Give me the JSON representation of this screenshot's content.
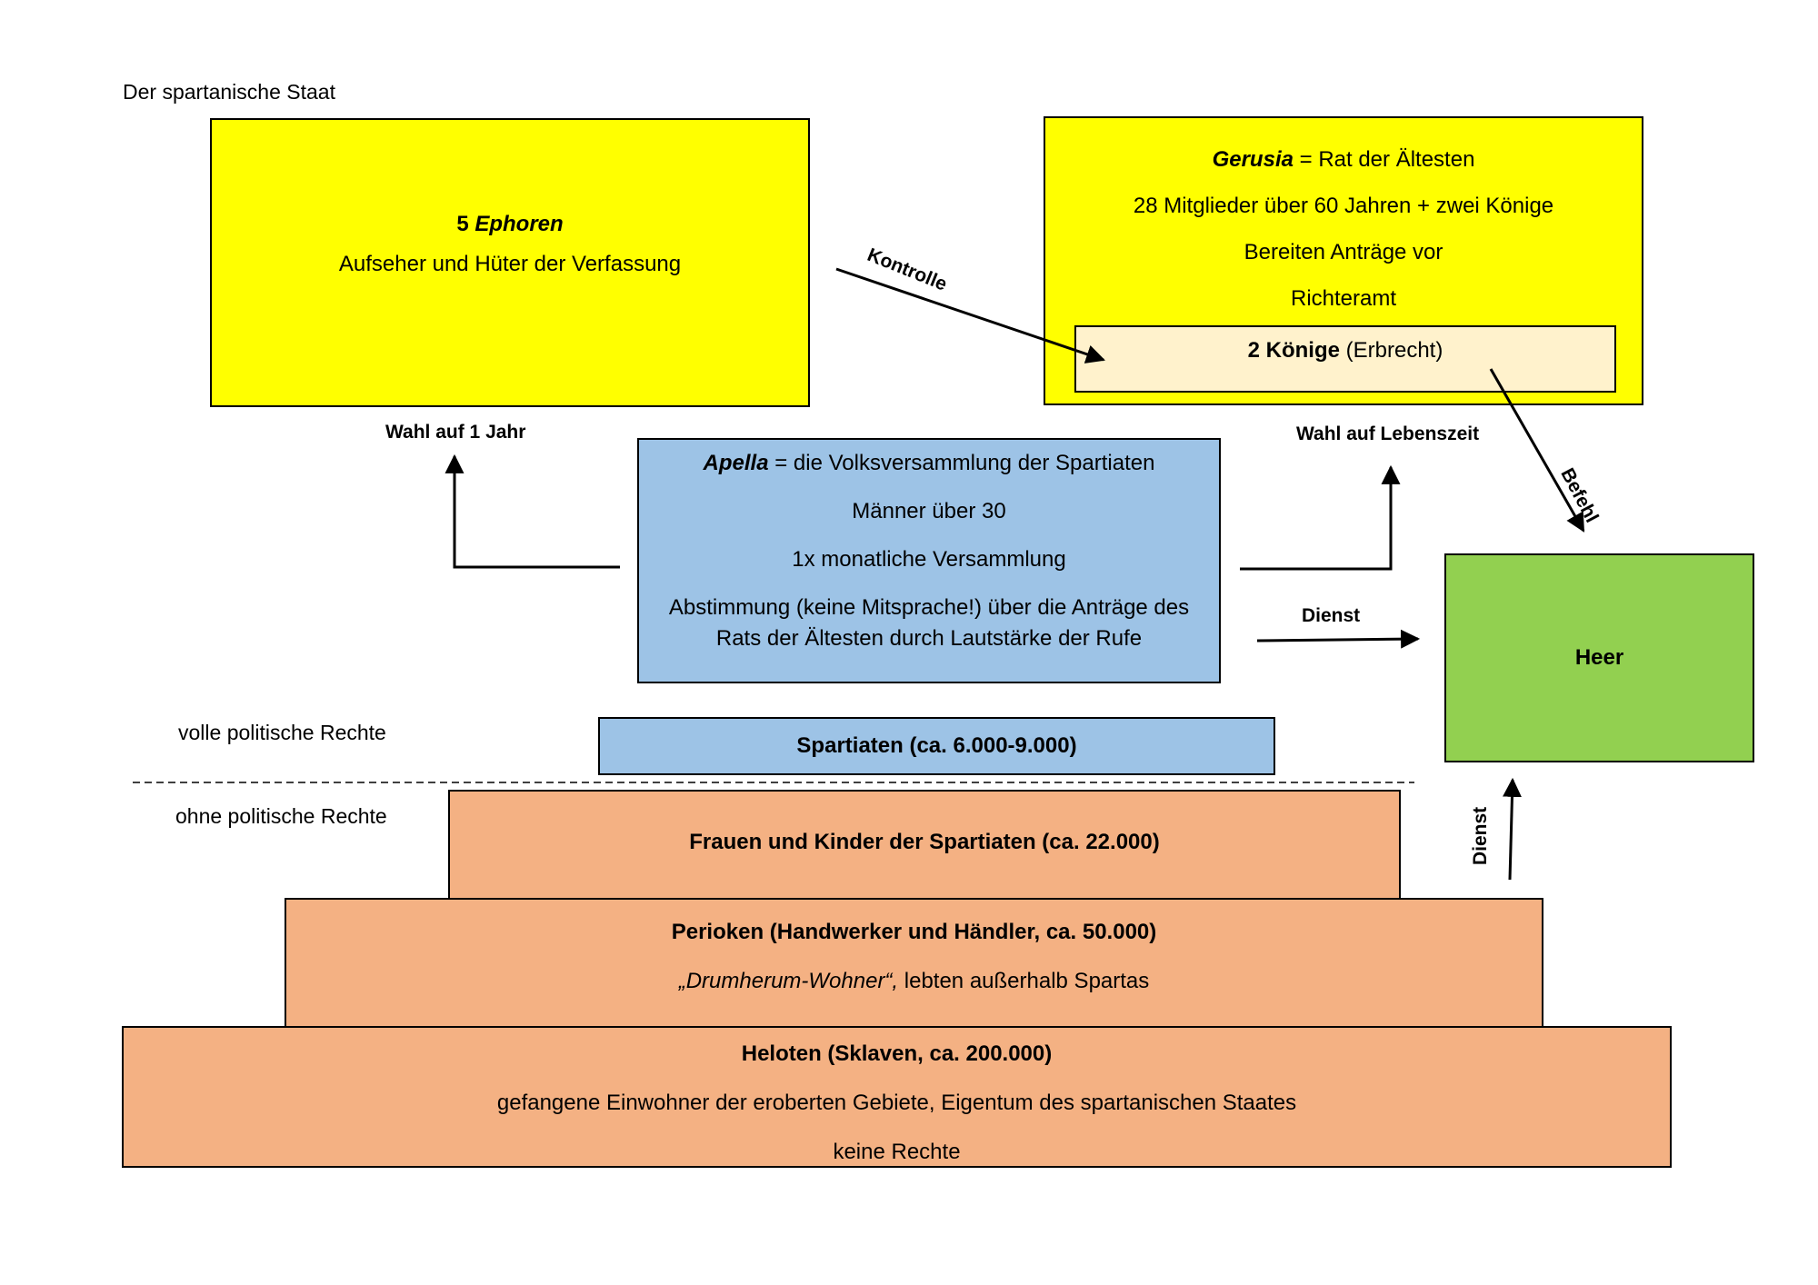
{
  "page_title": "Der spartanische Staat",
  "colors": {
    "yellow": "#ffff00",
    "cream": "#fff2cc",
    "blue": "#9dc3e6",
    "green": "#92d050",
    "orange": "#f4b183"
  },
  "ephoren": {
    "count": "5",
    "name": "Ephoren",
    "desc": "Aufseher und Hüter der Verfassung"
  },
  "gerusia": {
    "name": "Gerusia",
    "name_suffix": " = Rat der Ältesten",
    "line2": "28 Mitglieder über 60 Jahren + zwei Könige",
    "line3": "Bereiten Anträge vor",
    "line4": "Richteramt"
  },
  "koenige": {
    "name": "2 Könige",
    "suffix": " (Erbrecht)"
  },
  "apella": {
    "name": "Apella",
    "name_suffix": " = die Volksversammlung der Spartiaten",
    "line2": "Männer über 30",
    "line3": "1x monatliche Versammlung",
    "line4a": "Abstimmung (keine Mitsprache!) über die Anträge des",
    "line4b": "Rats der Ältesten durch Lautstärke der Rufe"
  },
  "heer": {
    "label": "Heer"
  },
  "spartiaten": {
    "label": "Spartiaten (ca. 6.000-9.000)"
  },
  "frauen": {
    "label": "Frauen und Kinder der Spartiaten (ca. 22.000)"
  },
  "perioeken": {
    "label": "Perioken (Handwerker und Händler, ca. 50.000)",
    "desc_italic": "„Drumherum-Wohner“,",
    "desc_rest": " lebten außerhalb Spartas"
  },
  "heloten": {
    "label": "Heloten (Sklaven, ca. 200.000)",
    "line2": "gefangene Einwohner der eroberten Gebiete, Eigentum des spartanischen Staates",
    "line3": "keine Rechte"
  },
  "labels": {
    "wahl_1_jahr": "Wahl auf 1 Jahr",
    "wahl_lebenszeit": "Wahl auf Lebenszeit",
    "kontrolle": "Kontrolle",
    "befehl": "Befehl",
    "dienst_h": "Dienst",
    "dienst_v": "Dienst",
    "volle_rechte": "volle politische Rechte",
    "ohne_rechte": "ohne politische Rechte"
  }
}
